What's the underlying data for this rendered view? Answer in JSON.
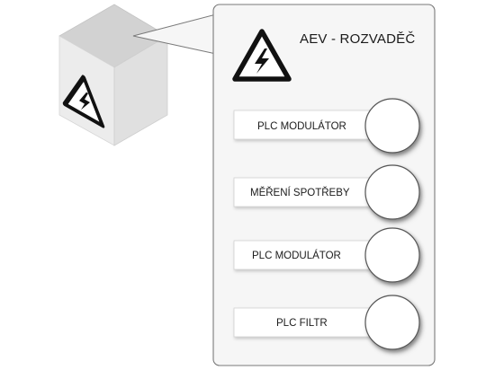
{
  "panel": {
    "title": "AEV - ROZVADĚČ"
  },
  "modules": [
    {
      "label": "PLC MODULÁTOR"
    },
    {
      "label": "MĚŘENÍ SPOTŘEBY"
    },
    {
      "label": "PLC MODULÁTOR"
    },
    {
      "label": "PLC FILTR"
    }
  ],
  "icons": {
    "panel_warning": "high-voltage-warning-icon",
    "cube_warning": "high-voltage-warning-icon"
  },
  "colors": {
    "panel_fill": "#f6f6f6",
    "panel_stroke": "#7a7a7a",
    "cube_top": "#d2d2d2",
    "cube_left": "#ececec",
    "cube_right": "#e0e0e0",
    "module_fill": "#ffffff",
    "module_stroke": "#555555",
    "text": "#1a1a1a",
    "warning_black": "#111111"
  }
}
